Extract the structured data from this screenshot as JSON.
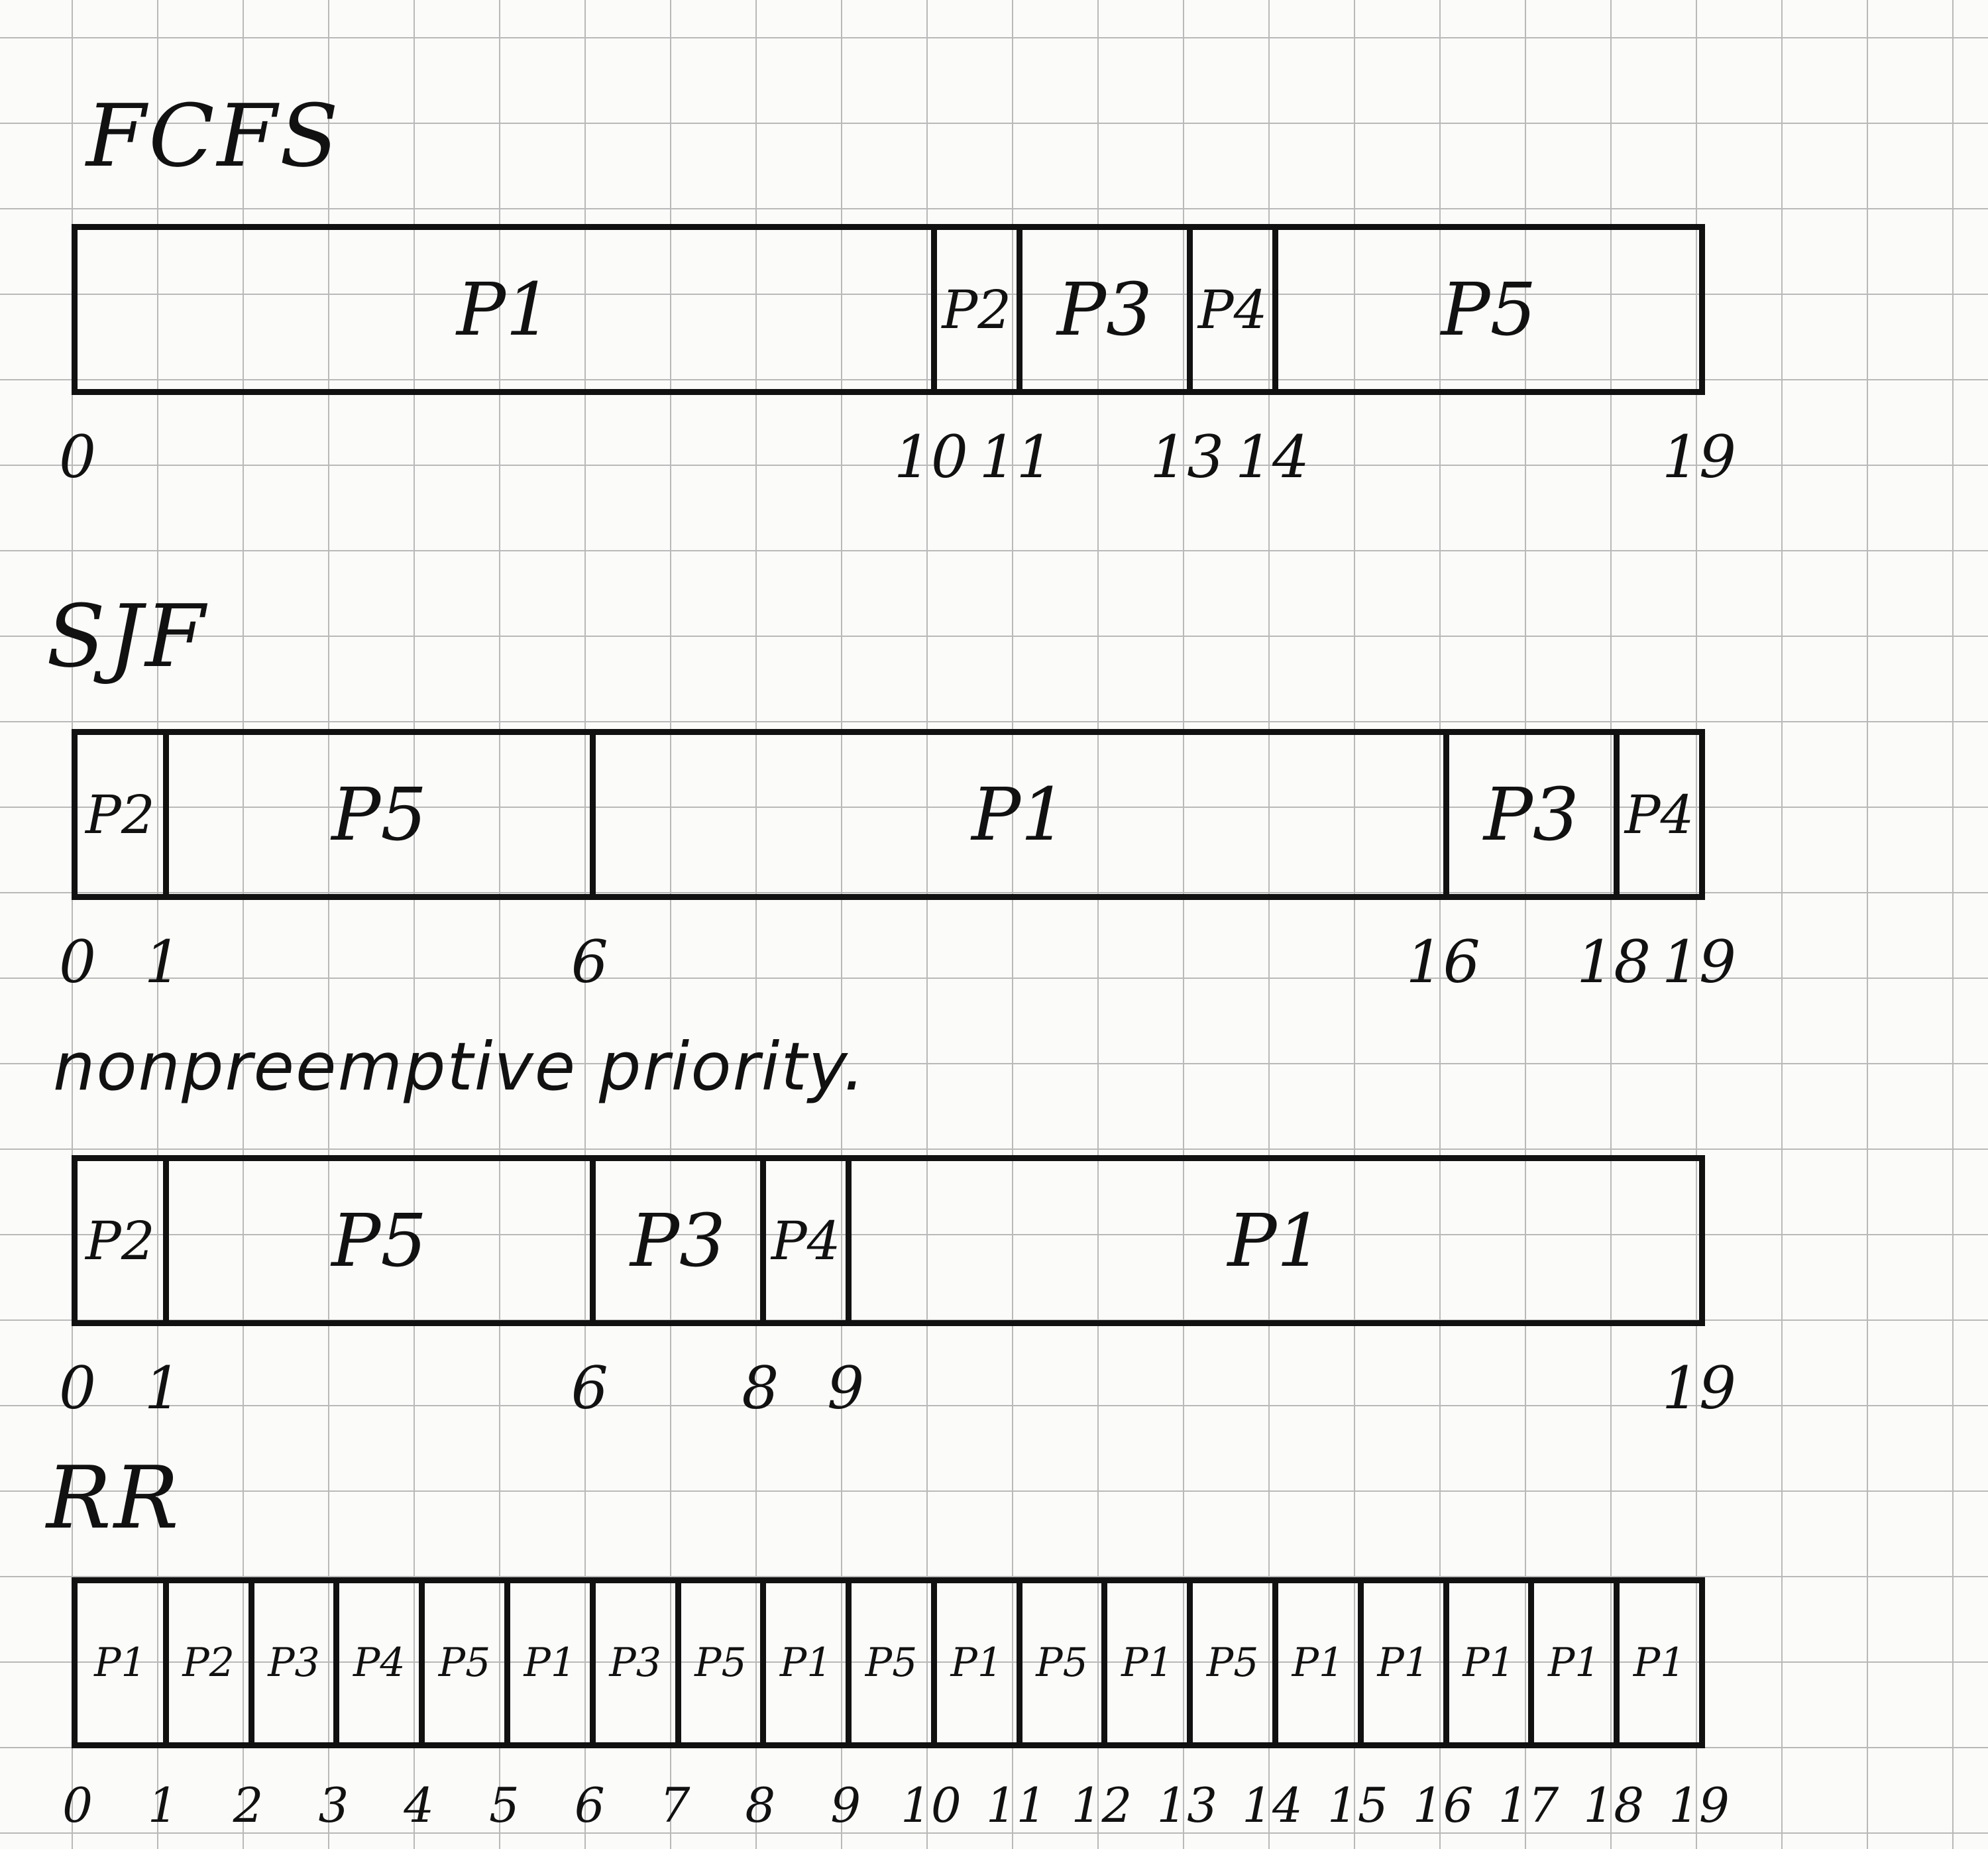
{
  "schedules": [
    {
      "id": "fcfs",
      "title": "FCFS",
      "total": 19,
      "segments": [
        {
          "label": "P1",
          "start": 0,
          "end": 10
        },
        {
          "label": "P2",
          "start": 10,
          "end": 11
        },
        {
          "label": "P3",
          "start": 11,
          "end": 13
        },
        {
          "label": "P4",
          "start": 13,
          "end": 14
        },
        {
          "label": "P5",
          "start": 14,
          "end": 19
        }
      ],
      "ticks": [
        0,
        10,
        11,
        13,
        14,
        19
      ]
    },
    {
      "id": "sjf",
      "title": "SJF",
      "total": 19,
      "segments": [
        {
          "label": "P2",
          "start": 0,
          "end": 1
        },
        {
          "label": "P5",
          "start": 1,
          "end": 6
        },
        {
          "label": "P1",
          "start": 6,
          "end": 16
        },
        {
          "label": "P3",
          "start": 16,
          "end": 18
        },
        {
          "label": "P4",
          "start": 18,
          "end": 19
        }
      ],
      "ticks": [
        0,
        1,
        6,
        16,
        18,
        19
      ]
    },
    {
      "id": "priority",
      "title": "nonpreemptive priority.",
      "total": 19,
      "segments": [
        {
          "label": "P2",
          "start": 0,
          "end": 1
        },
        {
          "label": "P5",
          "start": 1,
          "end": 6
        },
        {
          "label": "P3",
          "start": 6,
          "end": 8
        },
        {
          "label": "P4",
          "start": 8,
          "end": 9
        },
        {
          "label": "P1",
          "start": 9,
          "end": 19
        }
      ],
      "ticks": [
        0,
        1,
        6,
        8,
        9,
        19
      ]
    },
    {
      "id": "rr",
      "title": "RR",
      "total": 19,
      "segments": [
        {
          "label": "P1",
          "start": 0,
          "end": 1
        },
        {
          "label": "P2",
          "start": 1,
          "end": 2
        },
        {
          "label": "P3",
          "start": 2,
          "end": 3
        },
        {
          "label": "P4",
          "start": 3,
          "end": 4
        },
        {
          "label": "P5",
          "start": 4,
          "end": 5
        },
        {
          "label": "P1",
          "start": 5,
          "end": 6
        },
        {
          "label": "P3",
          "start": 6,
          "end": 7
        },
        {
          "label": "P5",
          "start": 7,
          "end": 8
        },
        {
          "label": "P1",
          "start": 8,
          "end": 9
        },
        {
          "label": "P5",
          "start": 9,
          "end": 10
        },
        {
          "label": "P1",
          "start": 10,
          "end": 11
        },
        {
          "label": "P5",
          "start": 11,
          "end": 12
        },
        {
          "label": "P1",
          "start": 12,
          "end": 13
        },
        {
          "label": "P5",
          "start": 13,
          "end": 14
        },
        {
          "label": "P1",
          "start": 14,
          "end": 15
        },
        {
          "label": "P1",
          "start": 15,
          "end": 16
        },
        {
          "label": "P1",
          "start": 16,
          "end": 17
        },
        {
          "label": "P1",
          "start": 17,
          "end": 18
        },
        {
          "label": "P1",
          "start": 18,
          "end": 19
        }
      ],
      "ticks": [
        0,
        1,
        2,
        3,
        4,
        5,
        6,
        7,
        8,
        9,
        10,
        11,
        12,
        13,
        14,
        15,
        16,
        17,
        18,
        19
      ]
    }
  ]
}
